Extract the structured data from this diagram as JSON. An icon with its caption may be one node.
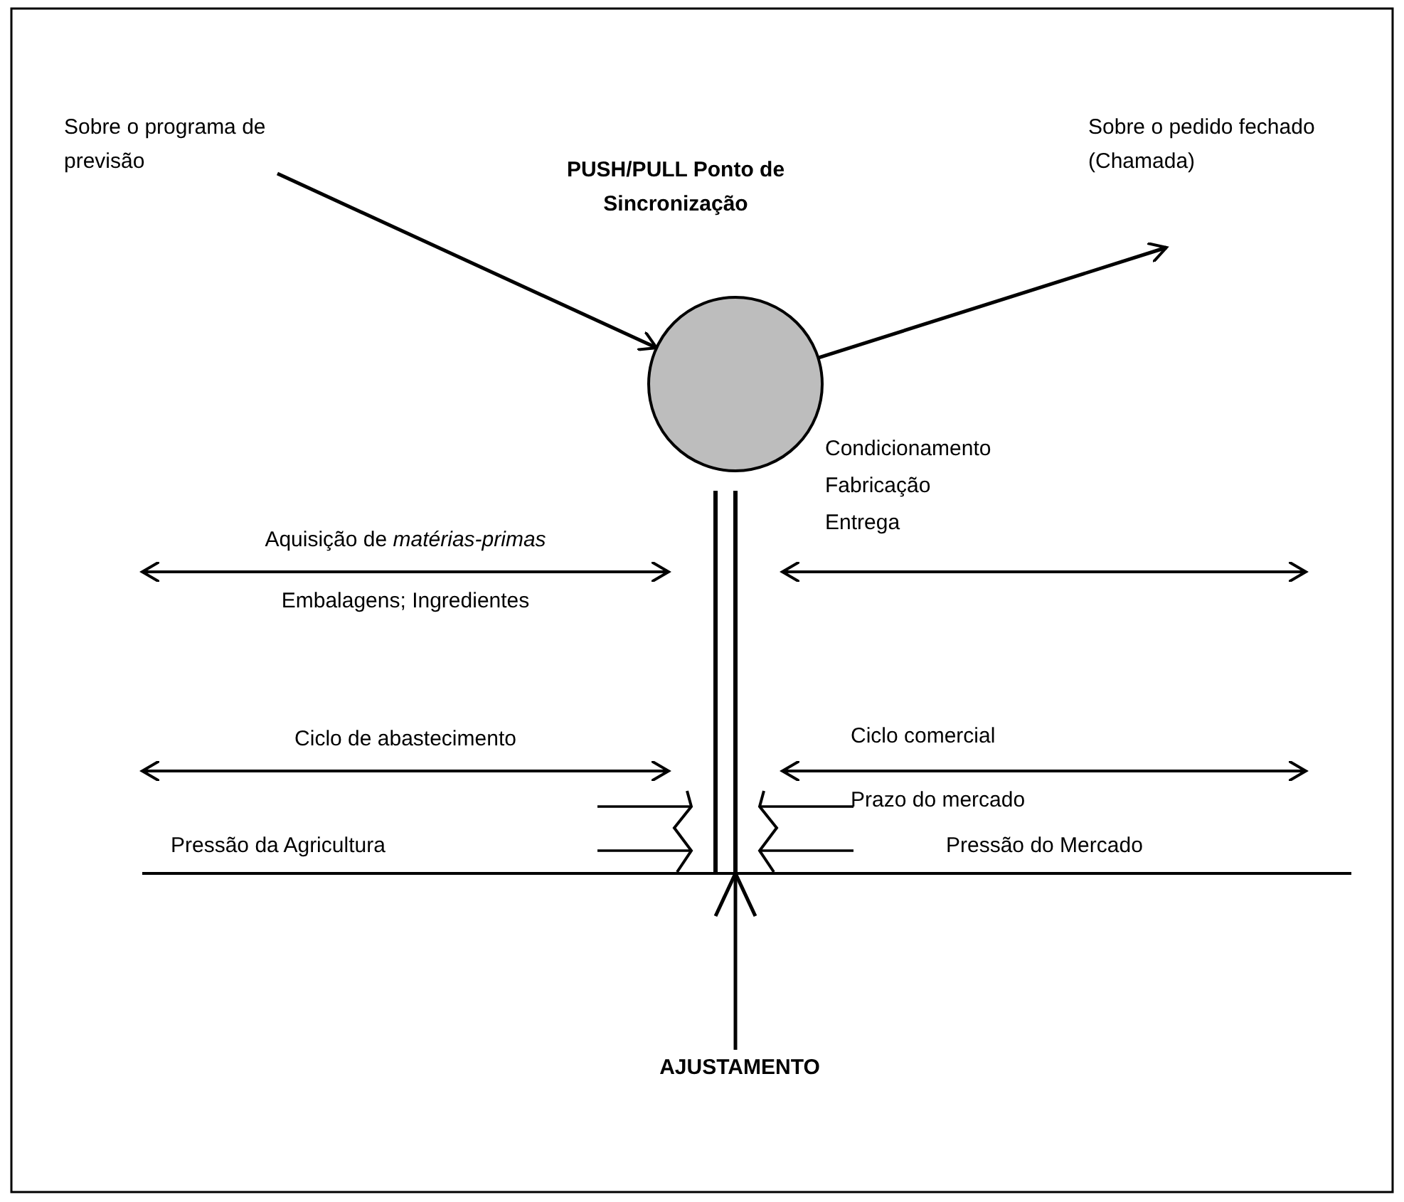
{
  "diagram": {
    "nodes": [
      {
        "text": [
          "Sobre o programa de previsão"
        ]
      },
      {
        "text": [
          "PUSH/PULL Ponto de Sincronização"
        ]
      },
      {
        "text": [
          "Sobre o pedido fechado (Chamada)"
        ]
      },
      {
        "text": [],
        "shape": "bar"
      },
      {
        "text": [
          "AJUSTAMENTO"
        ]
      }
    ],
    "edges": [
      {
        "from": 0,
        "to": 1,
        "arrow": "to"
      },
      {
        "from": 1,
        "to": 2,
        "arrow": "to"
      },
      {
        "from": 4,
        "to": 3,
        "arrow": "to"
      }
    ],
    "labels": [
      "Aquisição de *matérias-primas*",
      "Condicionamento",
      "Fabricação",
      "Entrega",
      "Embalagens; Ingredientes",
      "Ciclo de abastecimento",
      "Ciclo comercial",
      "Prazo do mercado",
      "Pressão da Agricultura",
      "Pressão do Mercado"
    ]
  }
}
